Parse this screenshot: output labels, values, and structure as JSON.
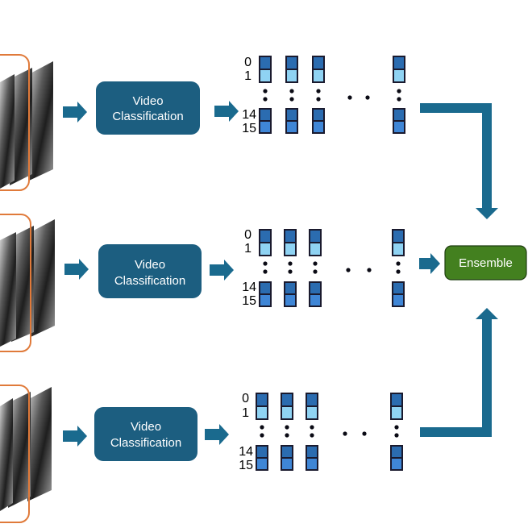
{
  "rows": [
    {
      "classifier_label_line1": "Video",
      "classifier_label_line2": "Classification"
    },
    {
      "classifier_label_line1": "Video",
      "classifier_label_line2": "Classification"
    },
    {
      "classifier_label_line1": "Video",
      "classifier_label_line2": "Classification"
    }
  ],
  "index_labels": [
    "0",
    "1",
    "14",
    "15"
  ],
  "ensemble_label": "Ensemble",
  "colors": {
    "classifier_box": "#1c5e80",
    "arrow": "#1a6a8e",
    "ensemble_box": "#43801f",
    "cell_dark": "#2b6cb0",
    "cell_light": "#8fd3f3",
    "cell_outline": "#1a1a2e",
    "frame_outline": "#e07a3a"
  }
}
